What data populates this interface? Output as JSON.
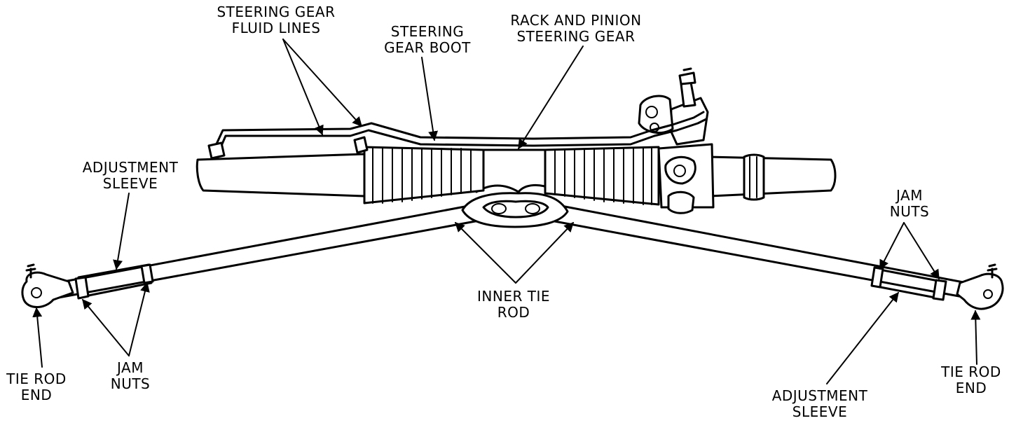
{
  "labels": {
    "steering_gear_fluid_lines": [
      "STEERING GEAR",
      "FLUID LINES"
    ],
    "steering_gear_boot": [
      "STEERING",
      "GEAR BOOT"
    ],
    "rack_and_pinion_steering_gear": [
      "RACK AND PINION",
      "STEERING GEAR"
    ],
    "adjustment_sleeve_left": [
      "ADJUSTMENT",
      "SLEEVE"
    ],
    "jam_nuts_right": [
      "JAM",
      "NUTS"
    ],
    "inner_tie_rod": [
      "INNER TIE",
      "ROD"
    ],
    "tie_rod_end_left": [
      "TIE ROD",
      "END"
    ],
    "jam_nuts_left": [
      "JAM",
      "NUTS"
    ],
    "adjustment_sleeve_right": [
      "ADJUSTMENT",
      "SLEEVE"
    ],
    "tie_rod_end_right": [
      "TIE ROD",
      "END"
    ]
  },
  "colors": {
    "ink": "#000000",
    "background": "#ffffff"
  }
}
